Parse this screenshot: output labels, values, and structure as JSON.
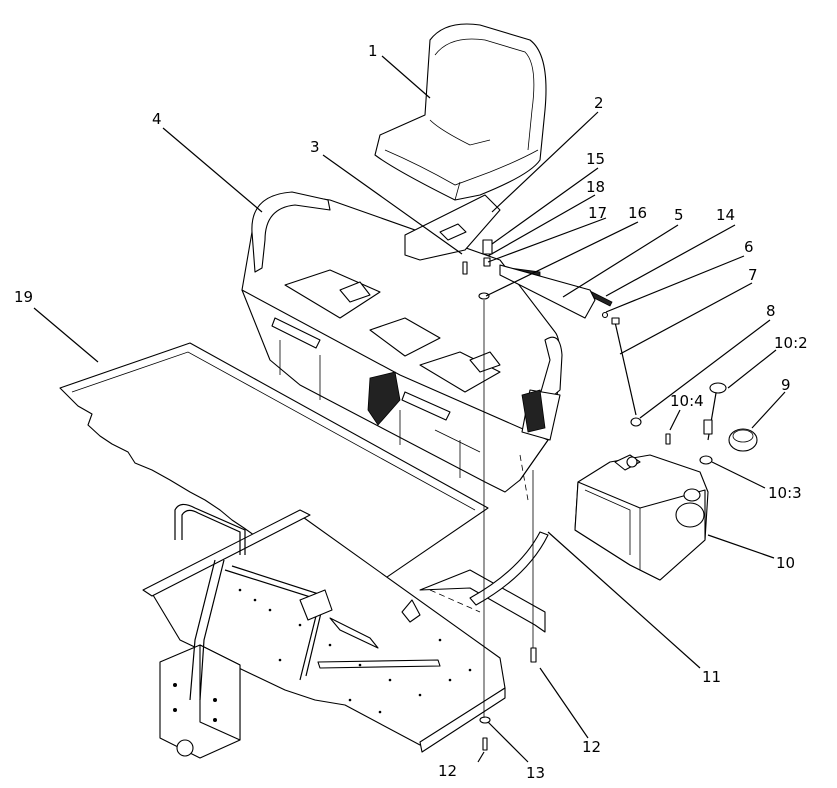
{
  "callouts": [
    {
      "id": "c1",
      "label": "1"
    },
    {
      "id": "c2",
      "label": "2"
    },
    {
      "id": "c3",
      "label": "3"
    },
    {
      "id": "c4",
      "label": "4"
    },
    {
      "id": "c5",
      "label": "5"
    },
    {
      "id": "c6",
      "label": "6"
    },
    {
      "id": "c7",
      "label": "7"
    },
    {
      "id": "c8",
      "label": "8"
    },
    {
      "id": "c9",
      "label": "9"
    },
    {
      "id": "c10",
      "label": "10"
    },
    {
      "id": "c10_2",
      "label": "10:2"
    },
    {
      "id": "c10_3",
      "label": "10:3"
    },
    {
      "id": "c10_4",
      "label": "10:4"
    },
    {
      "id": "c11",
      "label": "11"
    },
    {
      "id": "c12a",
      "label": "12"
    },
    {
      "id": "c12b",
      "label": "12"
    },
    {
      "id": "c13",
      "label": "13"
    },
    {
      "id": "c14",
      "label": "14"
    },
    {
      "id": "c15",
      "label": "15"
    },
    {
      "id": "c16",
      "label": "16"
    },
    {
      "id": "c17",
      "label": "17"
    },
    {
      "id": "c18",
      "label": "18"
    },
    {
      "id": "c19",
      "label": "19"
    }
  ]
}
